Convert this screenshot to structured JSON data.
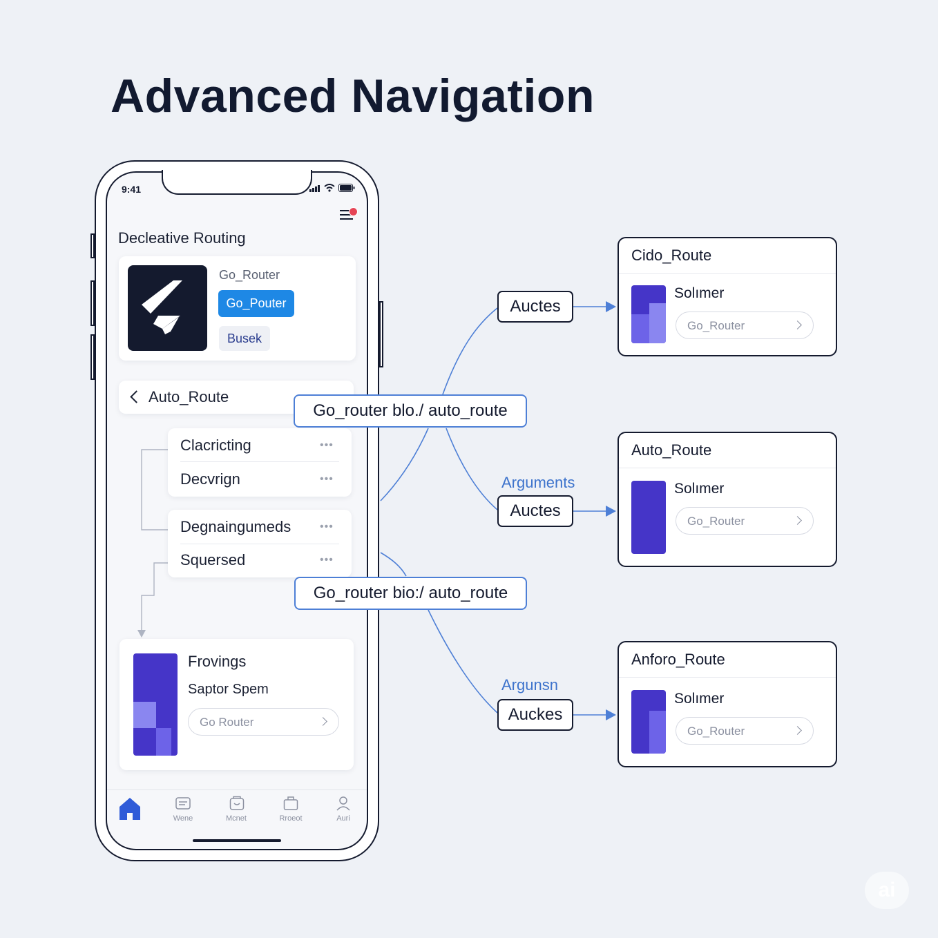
{
  "title": "Advanced Navigation",
  "colors": {
    "accent_blue": "#1e88e5",
    "connector_blue": "#4d7fd6",
    "thumb_purple": "#4535c8",
    "outline": "#141a2e",
    "badge_red": "#e64556"
  },
  "phone": {
    "time": "9:41",
    "status_icons": [
      "signal-icon",
      "wifi-icon",
      "battery-icon"
    ],
    "screen_title": "Decleative Routing",
    "library_card": {
      "label": "Go_Router",
      "primary_button": "Go_Pouter",
      "secondary_button": "Busek"
    },
    "back_item": "Auto_Route",
    "list_group_1": [
      "Clacricting",
      "Decvrign"
    ],
    "list_group_2": [
      "Degnaingumeds",
      "Squersed"
    ],
    "more_glyph": "•••",
    "bottom_card": {
      "title": "Frovings",
      "subtitle": "Saptor Spem",
      "pill": "Go Router"
    },
    "tabs": [
      "Wene",
      "Mcnet",
      "Rroeot",
      "Auri"
    ]
  },
  "callouts": [
    "Go_router blo./ auto_route",
    "Go_router bio:/ auto_route"
  ],
  "tags": [
    "Auctes",
    "Auctes",
    "Auckes"
  ],
  "argument_labels": [
    "Arguments",
    "Argunsn"
  ],
  "routes": [
    {
      "title": "Cido_Route",
      "subtitle": "Solımer",
      "pill": "Go_Router"
    },
    {
      "title": "Auto_Route",
      "subtitle": "Solımer",
      "pill": "Go_Router"
    },
    {
      "title": "Anforo_Route",
      "subtitle": "Solımer",
      "pill": "Go_Router"
    }
  ],
  "watermark": "ai"
}
